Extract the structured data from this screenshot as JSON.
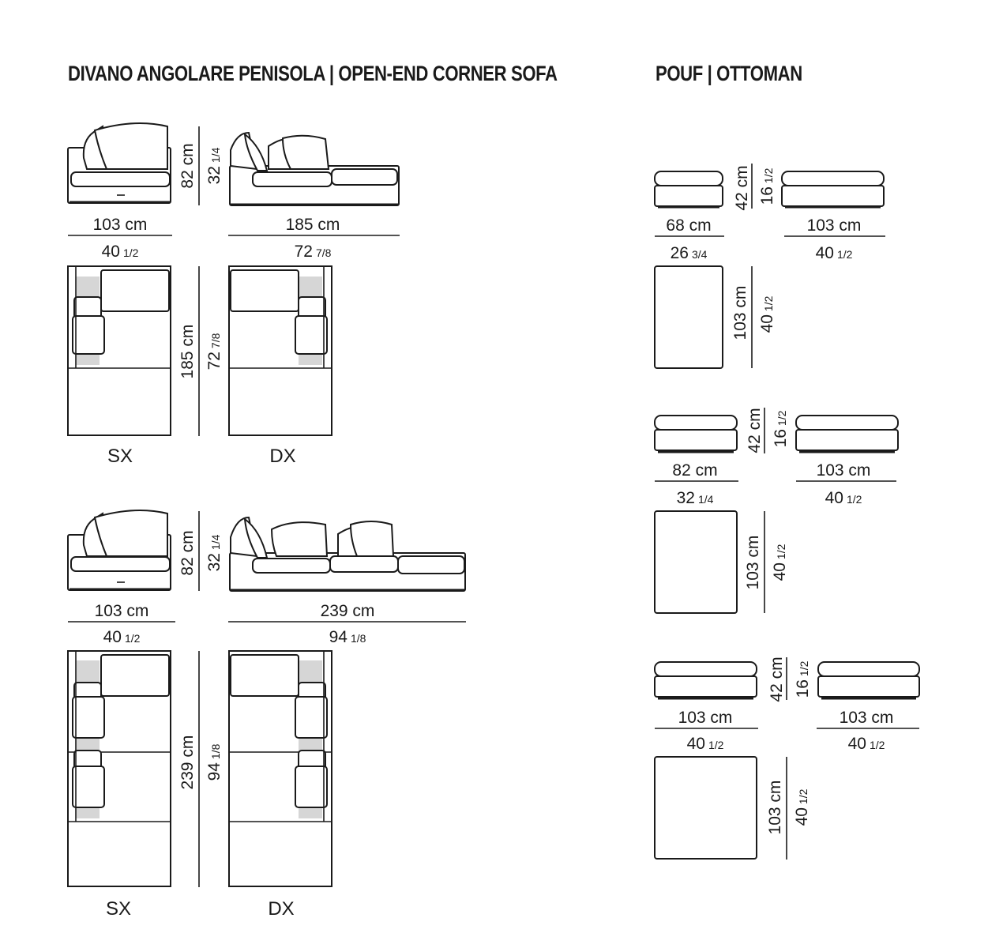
{
  "titles": {
    "sofa": "DIVANO ANGOLARE PENISOLA | OPEN-END CORNER SOFA",
    "pouf": "POUF | OTTOMAN"
  },
  "sofa_small": {
    "arm_width_cm": "103 cm",
    "arm_width_in": "40",
    "arm_width_in_frac": "1/2",
    "height_cm": "82 cm",
    "height_in": "32",
    "height_in_frac": "1/4",
    "length_cm": "185 cm",
    "length_in": "72",
    "length_in_frac": "7/8",
    "plan_depth_cm": "185 cm",
    "plan_depth_in": "72",
    "plan_depth_in_frac": "7/8",
    "label_left": "SX",
    "label_right": "DX"
  },
  "sofa_large": {
    "arm_width_cm": "103 cm",
    "arm_width_in": "40",
    "arm_width_in_frac": "1/2",
    "height_cm": "82 cm",
    "height_in": "32",
    "height_in_frac": "1/4",
    "length_cm": "239 cm",
    "length_in": "94",
    "length_in_frac": "1/8",
    "plan_depth_cm": "239 cm",
    "plan_depth_in": "94",
    "plan_depth_in_frac": "1/8",
    "label_left": "SX",
    "label_right": "DX"
  },
  "pouf_1": {
    "width_cm": "68 cm",
    "width_in": "26",
    "width_in_frac": "3/4",
    "height_cm": "42 cm",
    "height_in": "16",
    "height_in_frac": "1/2",
    "length_cm": "103 cm",
    "length_in": "40",
    "length_in_frac": "1/2",
    "depth_cm": "103 cm",
    "depth_in": "40",
    "depth_in_frac": "1/2"
  },
  "pouf_2": {
    "width_cm": "82 cm",
    "width_in": "32",
    "width_in_frac": "1/4",
    "height_cm": "42 cm",
    "height_in": "16",
    "height_in_frac": "1/2",
    "length_cm": "103 cm",
    "length_in": "40",
    "length_in_frac": "1/2",
    "depth_cm": "103 cm",
    "depth_in": "40",
    "depth_in_frac": "1/2"
  },
  "pouf_3": {
    "width_cm": "103 cm",
    "width_in": "40",
    "width_in_frac": "1/2",
    "height_cm": "42 cm",
    "height_in": "16",
    "height_in_frac": "1/2",
    "length_cm": "103 cm",
    "length_in": "40",
    "length_in_frac": "1/2",
    "depth_cm": "103 cm",
    "depth_in": "40",
    "depth_in_frac": "1/2"
  }
}
